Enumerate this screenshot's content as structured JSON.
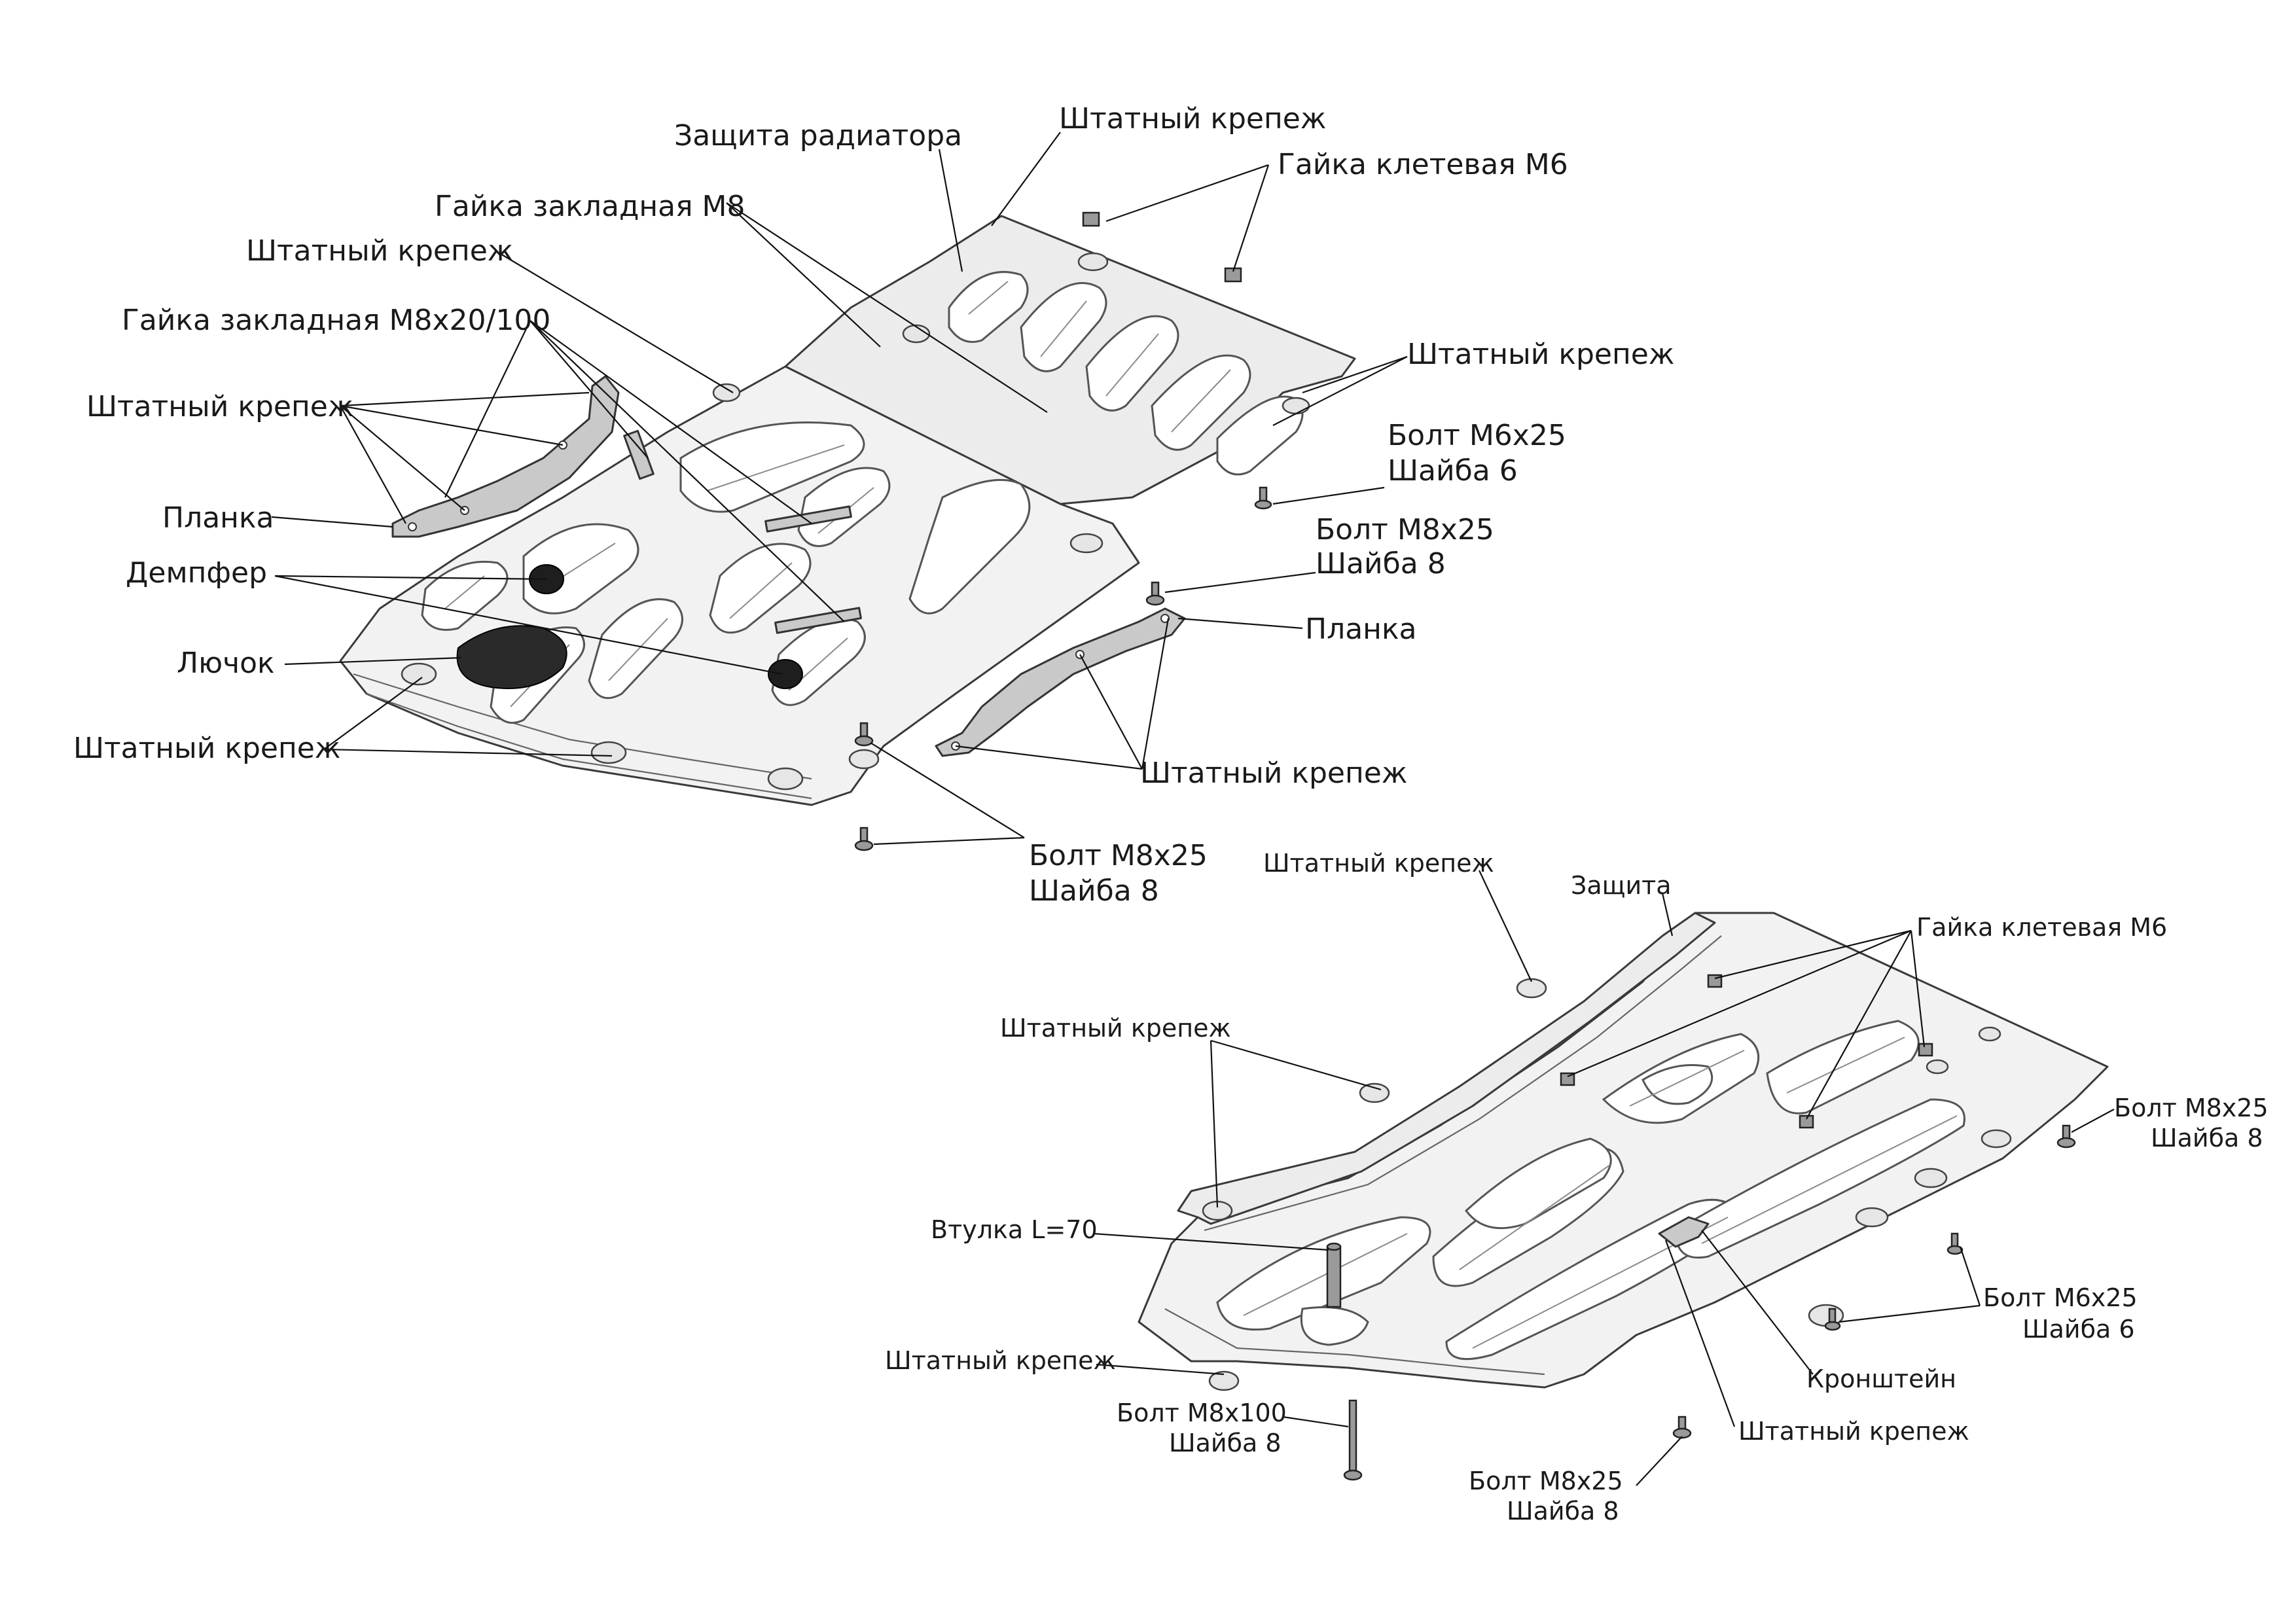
{
  "upper_assembly": {
    "labels": {
      "radiator_guard": "Защита радиатора",
      "standard_fastener_top": "Штатный крепеж",
      "cage_nut_m6": "Гайка клетевая М6",
      "embedded_nut_m8": "Гайка закладная М8",
      "standard_fastener_upper_left": "Штатный крепеж",
      "embedded_nut_m8x20": "Гайка закладная М8х20/100",
      "standard_fastener_right": "Штатный крепеж",
      "standard_fastener_left": "Штатный крепеж",
      "bolt_m6x25": "Болт М6х25",
      "washer_6": "Шайба 6",
      "plank_left": "Планка",
      "bolt_m8x25_a": "Болт М8х25",
      "washer_8_a": "Шайба 8",
      "damper": "Демпфер",
      "plank_right": "Планка",
      "hatch": "Лючок",
      "standard_fastener_bottom_left": "Штатный крепеж",
      "standard_fastener_bottom_right": "Штатный крепеж",
      "bolt_m8x25_b": "Болт М8х25",
      "washer_8_b": "Шайба 8"
    }
  },
  "lower_assembly": {
    "labels": {
      "standard_fastener_top": "Штатный крепеж",
      "guard": "Защита",
      "cage_nut_m6": "Гайка клетевая М6",
      "standard_fastener_mid": "Штатный крепеж",
      "bolt_m8x25_right": "Болт М8х25",
      "washer_8_right": "Шайба 8",
      "sleeve": "Втулка L=70",
      "bolt_m6x25": "Болт М6х25",
      "washer_6": "Шайба 6",
      "standard_fastener_left": "Штатный крепеж",
      "bracket": "Кронштейн",
      "bolt_m8x100": "Болт М8х100",
      "washer_8_m8x100": "Шайба 8",
      "standard_fastener_bottom": "Штатный крепеж",
      "bolt_m8x25_bottom": "Болт М8х25",
      "washer_8_bottom": "Шайба 8"
    }
  },
  "colors": {
    "line": "#111111",
    "plate_fill": "#f2f2f2",
    "bracket_fill": "#c9c9c9",
    "dark_part": "#1e1e1e"
  }
}
